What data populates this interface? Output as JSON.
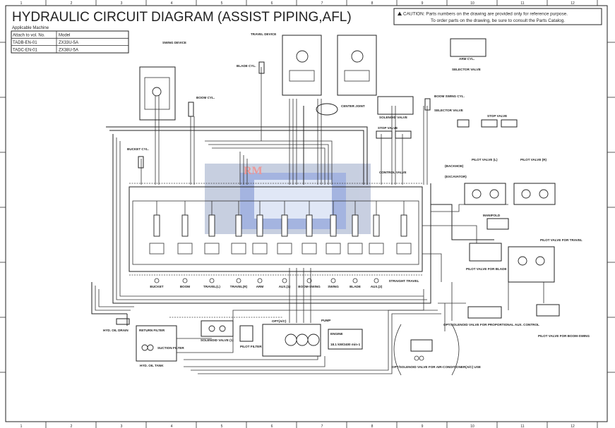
{
  "title": "HYDRAULIC CIRCUIT DIAGRAM (ASSIST PIPING,AFL)",
  "applicable_machine": {
    "label": "Applicable Machine",
    "headers": [
      "Attach to vol. No.",
      "Model"
    ],
    "rows": [
      [
        "TADB-EN-01",
        "ZX33U-5A"
      ],
      [
        "TADC-EN-01",
        "ZX38U-5A"
      ]
    ]
  },
  "caution": {
    "icon": "warning-triangle-icon",
    "line1": "CAUTION: Parts numbers on the drawing are provided only for reference purpose.",
    "line2": "To order parts on the drawing, be sure to consult the Parts Catalog."
  },
  "ruler": [
    "1",
    "2",
    "3",
    "4",
    "5",
    "6",
    "7",
    "8",
    "9",
    "10",
    "11",
    "12"
  ],
  "components": {
    "swing_device": "SWING DEVICE",
    "travel_device": "TRAVEL DEVICE",
    "blade_cyl": "BLADE CYL.",
    "boom_cyl": "BOOM CYL.",
    "bucket_cyl": "BUCKET CYL.",
    "arm_cyl": "ARM CYL.",
    "center_joint": "CENTER JOINT",
    "boom_swing_cyl": "BOOM SWING CYL.",
    "selector_valve": "SELECTOR VALVE",
    "stop_valve": "STOP VALVE",
    "solenoid_valve_right": "SOLENOID VALVE",
    "control_valve": "CONTROL VALVE",
    "pilot_valve_l": "PILOT VALVE (L)",
    "pilot_valve_r": "PILOT VALVE (R)",
    "backhoe": "(BACKHOE)",
    "excavator": "(EXCAVATOR)",
    "manifold": "MANIFOLD",
    "pilot_valve_travel": "PILOT VALVE FOR TRAVEL",
    "pilot_valve_blade": "PILOT VALVE FOR BLADE",
    "pilot_valve_boom_swing": "PILOT VALVE FOR BOOM-SWING",
    "opt_solenoid_aux": "OPT/SOLENOID VALVE FOR PROPORTIONAL AUX. CONTROL",
    "opt_solenoid_ac": "OPT/SOLENOID VALVE FOR AIR-CONDITIONER(A/C) USE",
    "hyd_oil_tank": "HYD. OIL TANK",
    "return_filter": "RETURN FILTER",
    "suction_filter": "SUCTION FILTER",
    "solenoid_valve_1": "SOLENOID VALVE (1)",
    "pilot_filter": "PILOT FILTER",
    "pump": "PUMP",
    "engine": "ENGINE",
    "engine_spec": "18.1 kW/2400 min-1",
    "opt_ac": "OPT(A/C)",
    "hyd_oil_drain": "HYD. OIL DRAIN"
  },
  "sections": [
    "BUCKET",
    "BOOM",
    "TRAVEL(L)",
    "TRAVEL(R)",
    "ARM",
    "AUX.(1)",
    "BOOM-SWING",
    "SWING",
    "BLADE",
    "AUX.(2)",
    "STRAIGHT TRAVEL"
  ],
  "watermark": "RM"
}
